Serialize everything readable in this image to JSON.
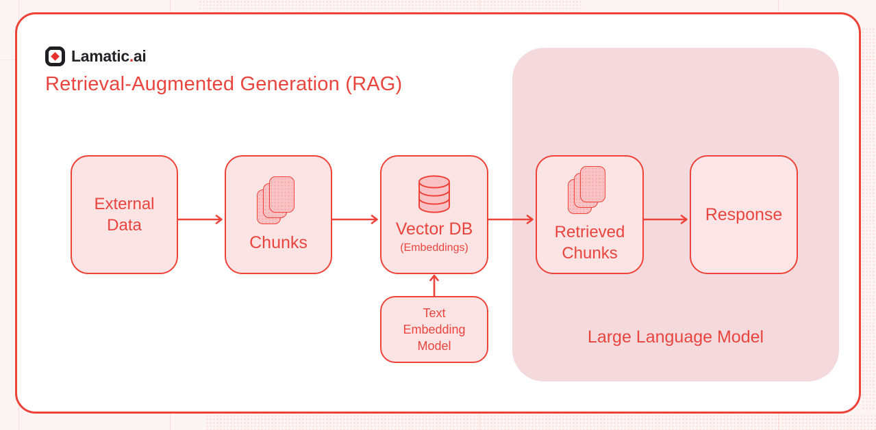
{
  "logo": {
    "brand": "Lamatic",
    "separator": ".",
    "tld": "ai",
    "icon": "lamatic-logo-icon"
  },
  "header": {
    "title": "Retrieval-Augmented Generation (RAG)"
  },
  "diagram": {
    "external_data": {
      "lines": [
        "External",
        "Data"
      ]
    },
    "chunks": {
      "label": "Chunks",
      "icon": "stacked-cards-icon"
    },
    "vector_db": {
      "label": "Vector DB",
      "sublabel": "(Embeddings)",
      "icon": "database-icon"
    },
    "retrieved_chunks": {
      "lines": [
        "Retrieved",
        "Chunks"
      ],
      "icon": "stacked-cards-icon"
    },
    "response": {
      "label": "Response"
    },
    "text_embedding_model": {
      "lines": [
        "Text",
        "Embedding",
        "Model"
      ]
    },
    "llm_panel": {
      "label": "Large Language Model"
    },
    "connections": [
      "External Data -> Chunks",
      "Chunks -> Vector DB (Embeddings)",
      "Vector DB (Embeddings) -> Retrieved Chunks",
      "Retrieved Chunks -> Response",
      "Text Embedding Model -> Vector DB (Embeddings)"
    ]
  },
  "colors": {
    "accent_red_stroke": "#ee4138",
    "text_red": "#e9453e",
    "node_fill": "#fce3e4",
    "response_fill": "#fbe5e6",
    "llm_panel_fill": "#f4dadd",
    "icon_card_fill": "#f9c3c6",
    "card_background": "#ffffff",
    "page_background": "#fdf5f4",
    "logo_black": "#1e1e23",
    "logo_dot_red": "#e8312f"
  }
}
